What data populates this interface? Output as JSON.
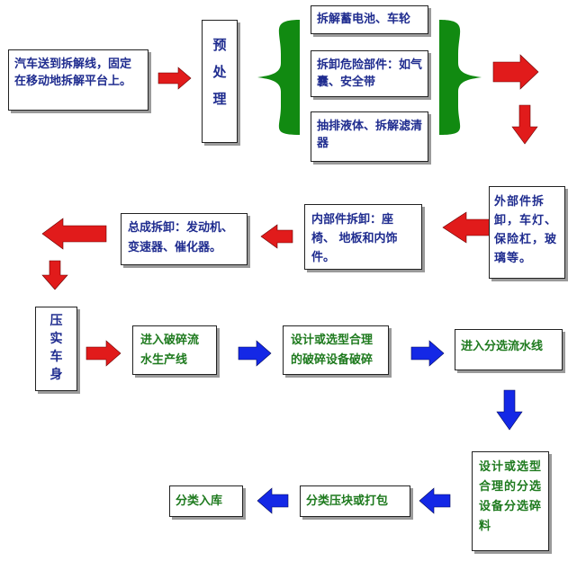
{
  "nodes": {
    "start": "汽车送到拆解线，固定在移动地拆解平台上。",
    "pretreat": "预处理",
    "battery": "拆解蓄电池、车轮",
    "hazard": "拆卸危险部件：如气囊、安全带",
    "fluids": "抽排液体、拆解滤清器",
    "exterior": "外部件拆卸，车灯、保险杠，玻璃等。",
    "interior": "内部件拆卸：座椅、 地板和内饰件。",
    "assembly": "总成拆卸：发动机、变速器、催化器。",
    "compact": "压实车身",
    "crush_line": "进入破碎流水生产线",
    "crush_equip": "设计或选型合理的破碎设备破碎",
    "sort_line": "进入分选流水线",
    "sort_equip": "设计或选型合理的分选设备分选碎料",
    "bale": "分类压块或打包",
    "store": "分类入库"
  },
  "colors": {
    "arrow_red": "#e11b1b",
    "arrow_blue": "#1428e6",
    "brace_green": "#118a11",
    "text_blue": "#1f2c8f",
    "text_green": "#1e7a1e"
  }
}
